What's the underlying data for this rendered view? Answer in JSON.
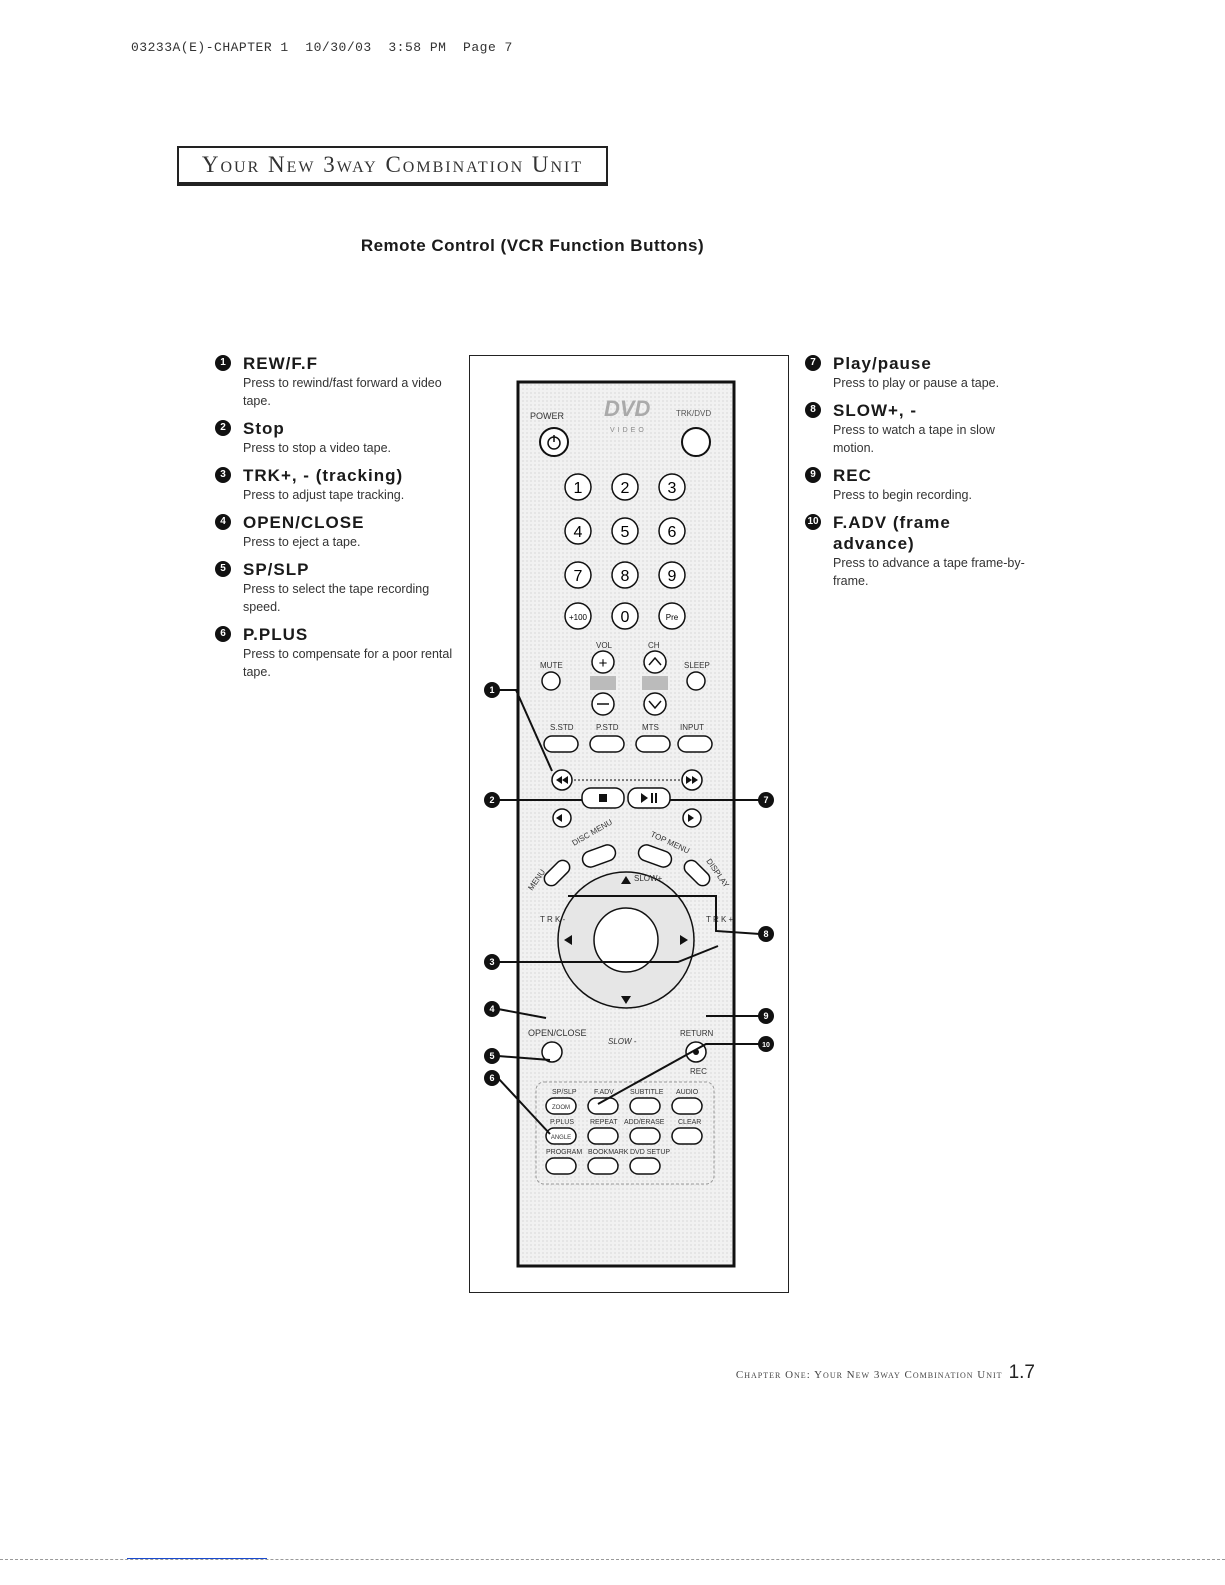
{
  "header": {
    "slug": "03233A(E)-CHAPTER 1  10/30/03  3:58 PM  Page 7"
  },
  "chapter_title": "Your New 3way Combination Unit",
  "section_title": "Remote Control (VCR Function Buttons)",
  "left_entries": [
    {
      "num": "1",
      "title": "REW/F.F",
      "desc": "Press to rewind/fast forward a video tape."
    },
    {
      "num": "2",
      "title": "Stop",
      "desc": "Press to stop a video tape."
    },
    {
      "num": "3",
      "title": "TRK+, - (tracking)",
      "desc": "Press to adjust tape tracking."
    },
    {
      "num": "4",
      "title": "OPEN/CLOSE",
      "desc": "Press to eject a tape."
    },
    {
      "num": "5",
      "title": "SP/SLP",
      "desc": "Press to select the tape recording speed."
    },
    {
      "num": "6",
      "title": "P.PLUS",
      "desc": "Press to compensate for a poor rental tape."
    }
  ],
  "right_entries": [
    {
      "num": "7",
      "title": "Play/pause",
      "desc": "Press to play or pause a tape."
    },
    {
      "num": "8",
      "title": "SLOW+, -",
      "desc": "Press to watch a tape in slow motion."
    },
    {
      "num": "9",
      "title": "REC",
      "desc": "Press to begin recording."
    },
    {
      "num": "10",
      "title": "F.ADV (frame advance)",
      "desc": "Press to advance a tape frame-by-frame."
    }
  ],
  "remote": {
    "power": "POWER",
    "logo": "DVD",
    "logo_sub": "VIDEO",
    "trick": "TRK/DVD",
    "digits": [
      "1",
      "2",
      "3",
      "4",
      "5",
      "6",
      "7",
      "8",
      "9",
      "+100",
      "0",
      "Pre"
    ],
    "vol": "VOL",
    "ch": "CH",
    "mute": "MUTE",
    "sleep": "SLEEP",
    "row_labels": [
      "S.STD",
      "P.STD",
      "MTS",
      "INPUT"
    ],
    "disc_menu": "DISC MENU",
    "top_menu": "TOP MENU",
    "menu": "MENU",
    "display": "DISPLAY",
    "slow_plus": "SLOW+",
    "slow_minus": "SLOW -",
    "open_close": "OPEN/CLOSE",
    "return": "RETURN",
    "rec": "REC",
    "grid_labels": [
      "SP/SLP",
      "F.ADV",
      "SUBTITLE",
      "AUDIO",
      "P.PLUS",
      "REPEAT",
      "ADD/ERASE",
      "CLEAR",
      "PROGRAM",
      "BOOKMARK",
      "DVD SETUP"
    ],
    "zoom": "ZOOM",
    "angle": "ANGLE"
  },
  "footer": {
    "text": "Chapter One: Your New 3way Combination Unit",
    "page": "1.7"
  }
}
